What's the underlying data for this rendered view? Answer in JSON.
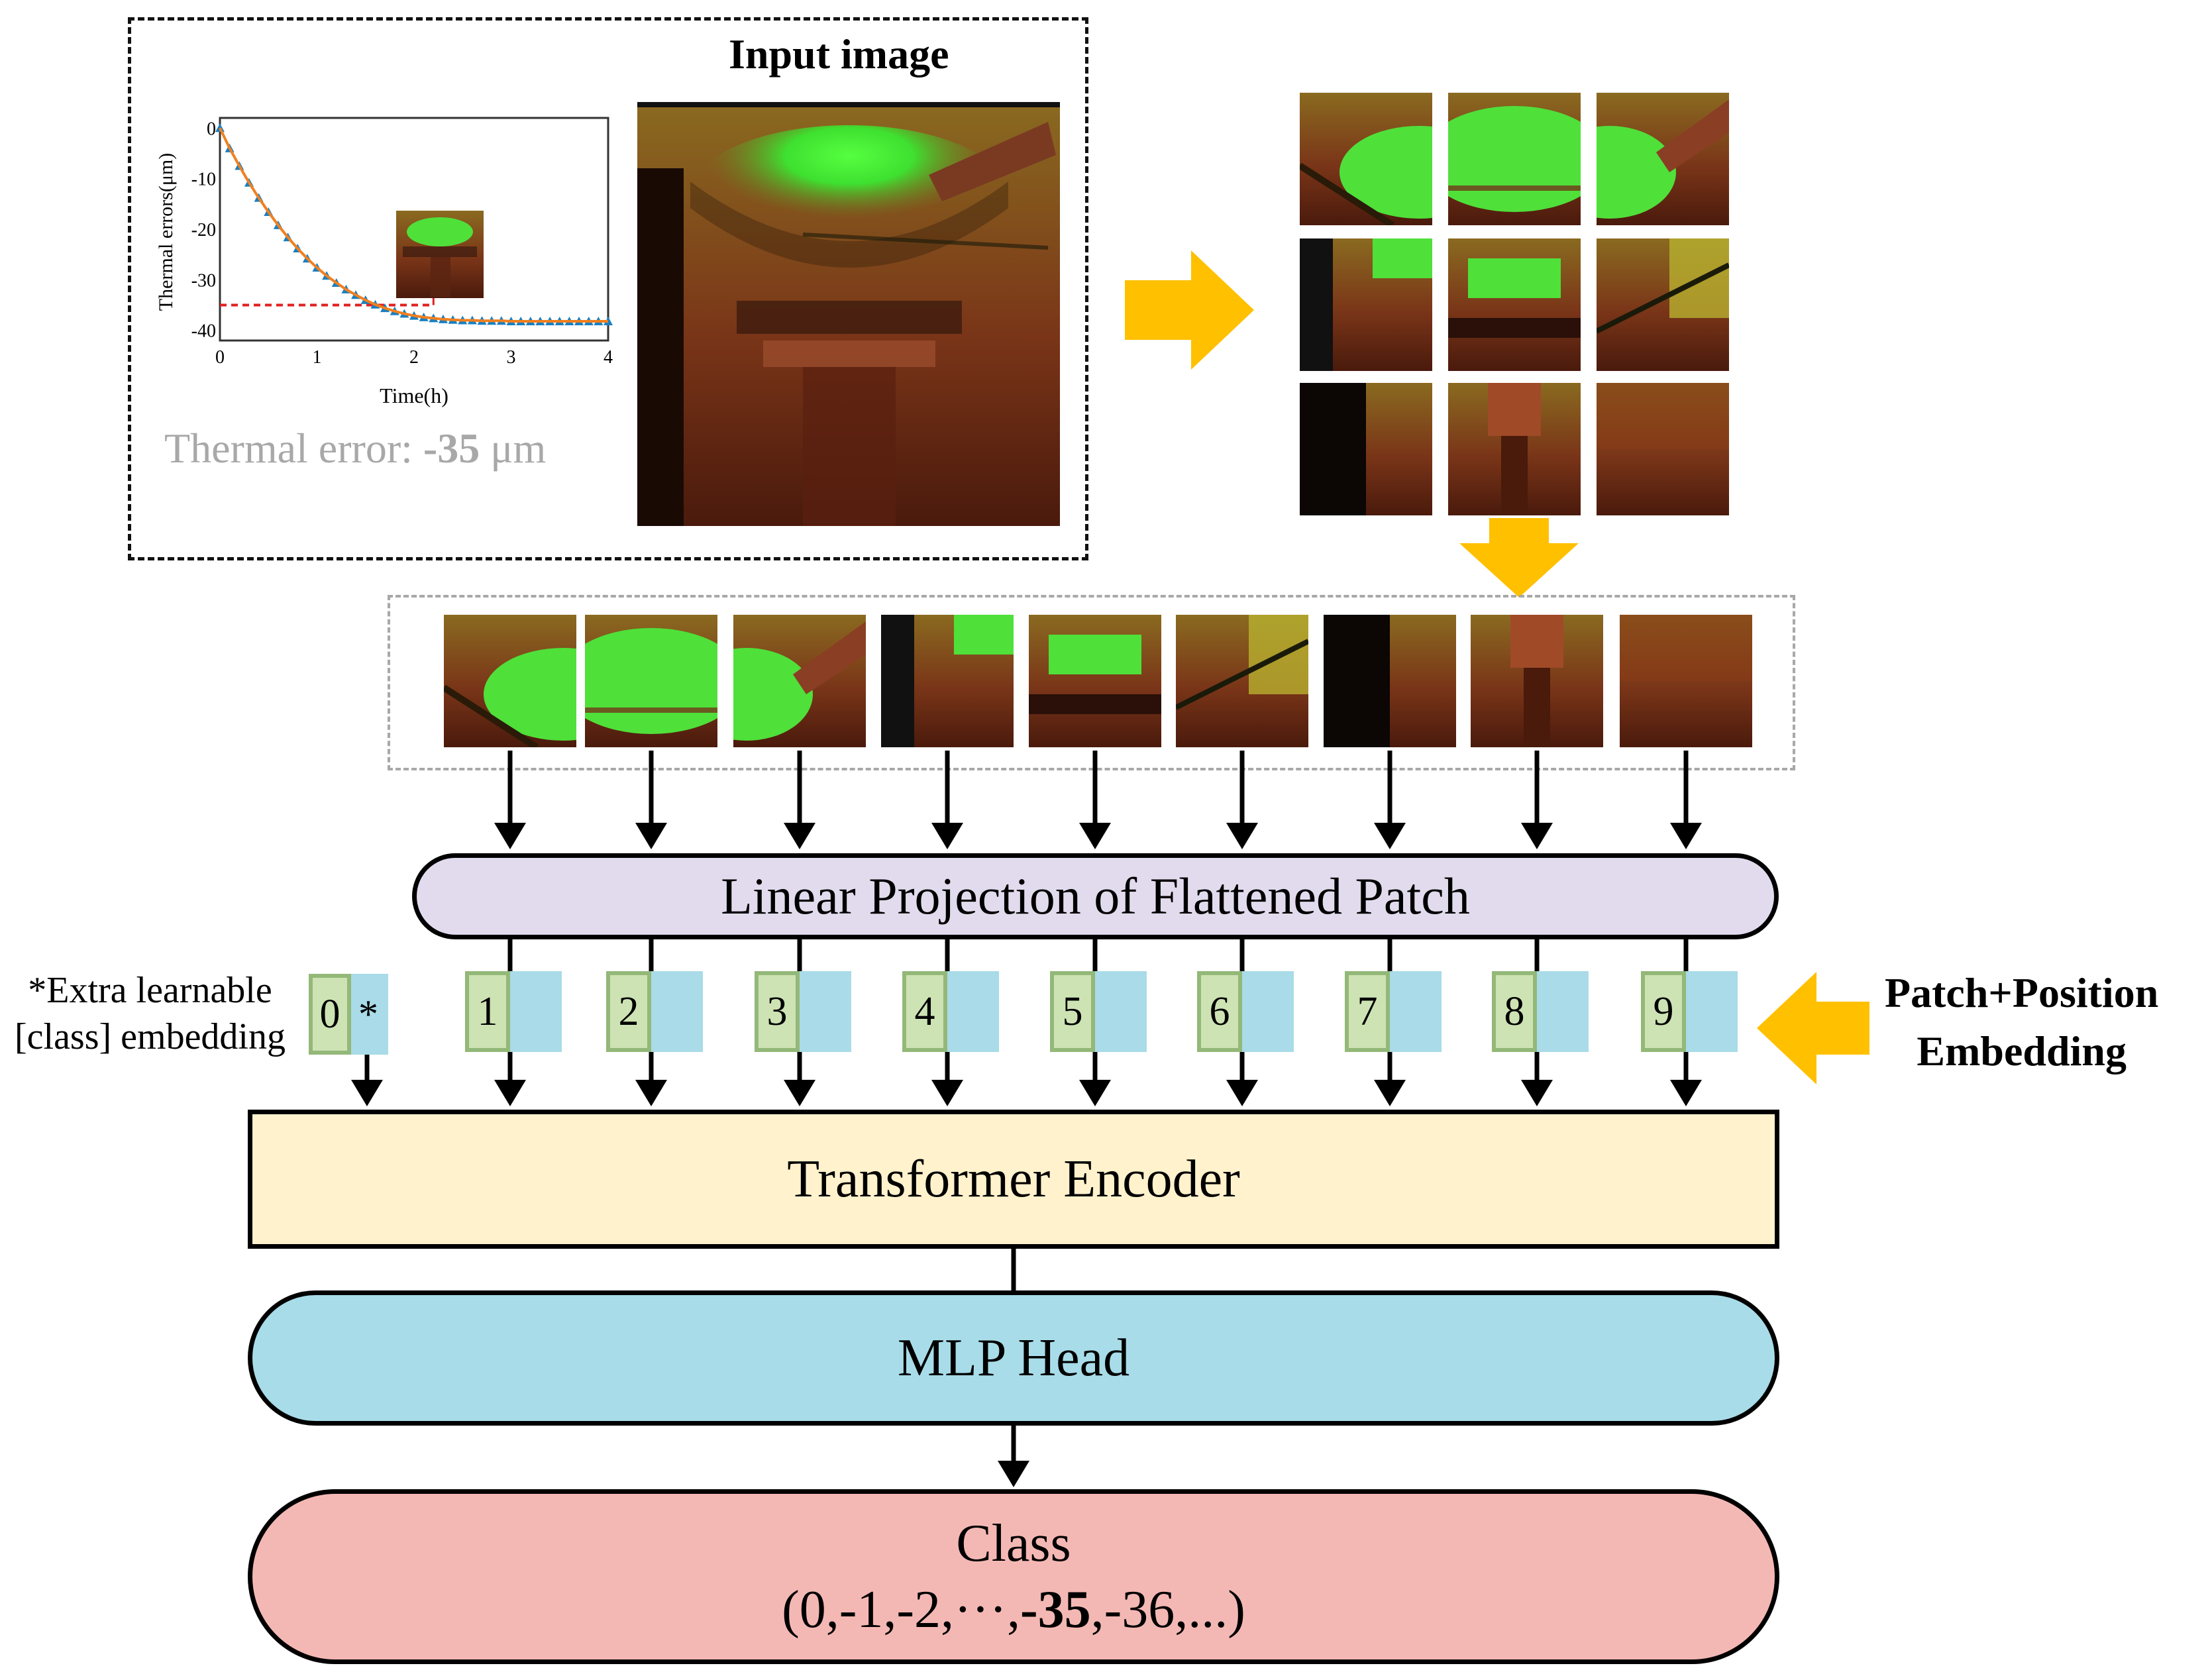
{
  "input_section": {
    "title": "Input image",
    "thermal_error_prefix": "Thermal error: ",
    "thermal_error_value": "-35",
    "thermal_error_unit": " μm"
  },
  "mini_chart": {
    "ylabel": "Thermal errors(μm)",
    "xlabel": "Time(h)",
    "y_ticks": [
      "0",
      "-10",
      "-20",
      "-30",
      "-40"
    ],
    "x_ticks": [
      "0",
      "1",
      "2",
      "3",
      "4"
    ]
  },
  "chart_data": {
    "type": "scatter",
    "title": "",
    "xlabel": "Time(h)",
    "ylabel": "Thermal errors(μm)",
    "xlim": [
      0,
      4
    ],
    "ylim": [
      -42,
      2
    ],
    "grid": false,
    "series": [
      {
        "x": [
          0,
          0.1,
          0.2,
          0.3,
          0.4,
          0.5,
          0.6,
          0.7,
          0.8,
          0.9,
          1.0,
          1.1,
          1.2,
          1.3,
          1.4,
          1.5,
          1.6,
          1.7,
          1.8,
          1.9,
          2.0,
          2.1,
          2.2,
          2.3,
          2.4,
          2.5,
          2.6,
          2.7,
          2.8,
          2.9,
          3.0,
          3.1,
          3.2,
          3.3,
          3.4,
          3.5,
          3.6,
          3.7,
          3.8,
          3.9,
          4.0
        ],
        "y": [
          0,
          -4,
          -7.5,
          -10.8,
          -13.8,
          -16.6,
          -19.2,
          -21.6,
          -23.8,
          -25.8,
          -27.6,
          -29.2,
          -30.6,
          -31.9,
          -33,
          -34,
          -34.9,
          -35.6,
          -36.2,
          -36.7,
          -37.1,
          -37.4,
          -37.6,
          -37.8,
          -37.9,
          -38,
          -38,
          -38.1,
          -38.1,
          -38.1,
          -38.2,
          -38.2,
          -38.2,
          -38.2,
          -38.2,
          -38.2,
          -38.2,
          -38.2,
          -38.2,
          -38.2,
          -38.2
        ]
      }
    ],
    "reference_line": {
      "y": -35,
      "x_end": 2.2,
      "color": "#e02020"
    },
    "colors": {
      "points": "#1a7fc0",
      "fit": "#f08020"
    }
  },
  "blocks": {
    "linear_projection": "Linear Projection of Flattened Patch",
    "transformer_encoder": "Transformer Encoder",
    "mlp_head": "MLP Head",
    "class_title": "Class",
    "class_values_prefix": "(0,-1,-2,···,",
    "class_values_bold": "-35",
    "class_values_suffix": ",-36,...)"
  },
  "extra_embedding": {
    "line1": "*Extra learnable",
    "line2": "[class] embedding",
    "index": "0",
    "star": "*"
  },
  "patch_position": {
    "line1": "Patch+Position",
    "line2": "Embedding"
  },
  "tokens": [
    "1",
    "2",
    "3",
    "4",
    "5",
    "6",
    "7",
    "8",
    "9"
  ],
  "colors": {
    "arrow_orange": "#ffc000",
    "projection_fill": "#e2dbed",
    "encoder_fill": "#fff2cc",
    "mlp_fill": "#a8dce9",
    "class_fill": "#f4b8b4",
    "token_blue": "#a9dbe8",
    "token_green": "#cde3b4"
  }
}
